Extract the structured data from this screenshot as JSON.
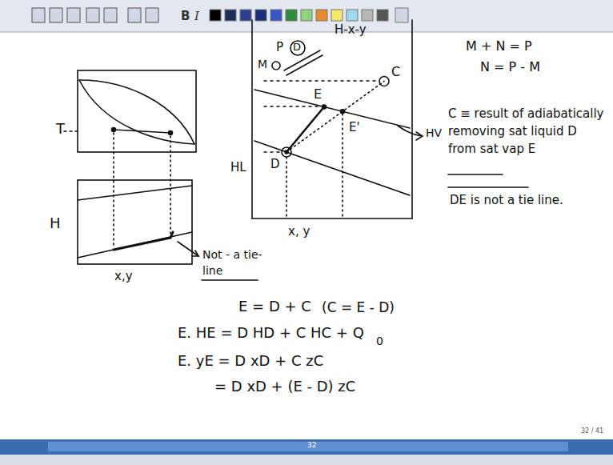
{
  "diagram": {
    "labels": [
      "B",
      "I",
      "T",
      "H",
      "x,y",
      "Not - a tie-line",
      "M",
      "P",
      "D",
      "H-x-y",
      "C",
      "E",
      "E'",
      "HV",
      "HL",
      "D",
      "x, y",
      "M + N = P",
      "N = P - M",
      "C ≡ result of adiabatically removing sat liquid D from sat vap E",
      "DE is not a tie line.",
      "E = D + C",
      "(C = E - D)",
      "E. HE = D HD + C HC + Q",
      "0",
      "E. yE = D xD + C zC",
      "= D xD + (E - D) zC",
      "32",
      "32 / 41"
    ]
  }
}
